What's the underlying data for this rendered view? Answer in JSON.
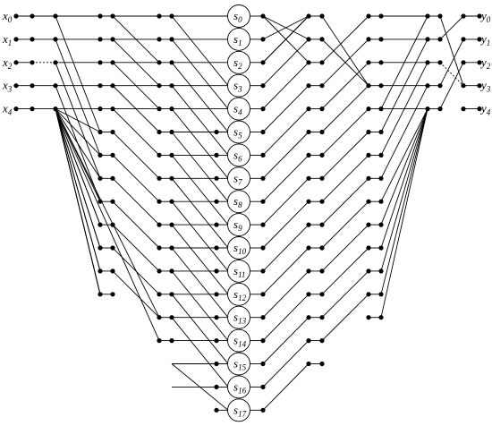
{
  "inputs": [
    {
      "name": "x",
      "index": "0"
    },
    {
      "name": "x",
      "index": "1"
    },
    {
      "name": "x",
      "index": "2"
    },
    {
      "name": "x",
      "index": "3"
    },
    {
      "name": "x",
      "index": "4"
    }
  ],
  "outputs": [
    {
      "name": "y",
      "index": "0"
    },
    {
      "name": "y",
      "index": "1"
    },
    {
      "name": "y",
      "index": "2"
    },
    {
      "name": "y",
      "index": "3"
    },
    {
      "name": "y",
      "index": "4"
    }
  ],
  "nodes": [
    {
      "name": "s",
      "index": "0"
    },
    {
      "name": "s",
      "index": "1"
    },
    {
      "name": "s",
      "index": "2"
    },
    {
      "name": "s",
      "index": "3"
    },
    {
      "name": "s",
      "index": "4"
    },
    {
      "name": "s",
      "index": "5"
    },
    {
      "name": "s",
      "index": "6"
    },
    {
      "name": "s",
      "index": "7"
    },
    {
      "name": "s",
      "index": "8"
    },
    {
      "name": "s",
      "index": "9"
    },
    {
      "name": "s",
      "index": "10"
    },
    {
      "name": "s",
      "index": "11"
    },
    {
      "name": "s",
      "index": "12"
    },
    {
      "name": "s",
      "index": "13"
    },
    {
      "name": "s",
      "index": "14"
    },
    {
      "name": "s",
      "index": "15"
    },
    {
      "name": "s",
      "index": "16"
    },
    {
      "name": "s",
      "index": "17"
    }
  ]
}
